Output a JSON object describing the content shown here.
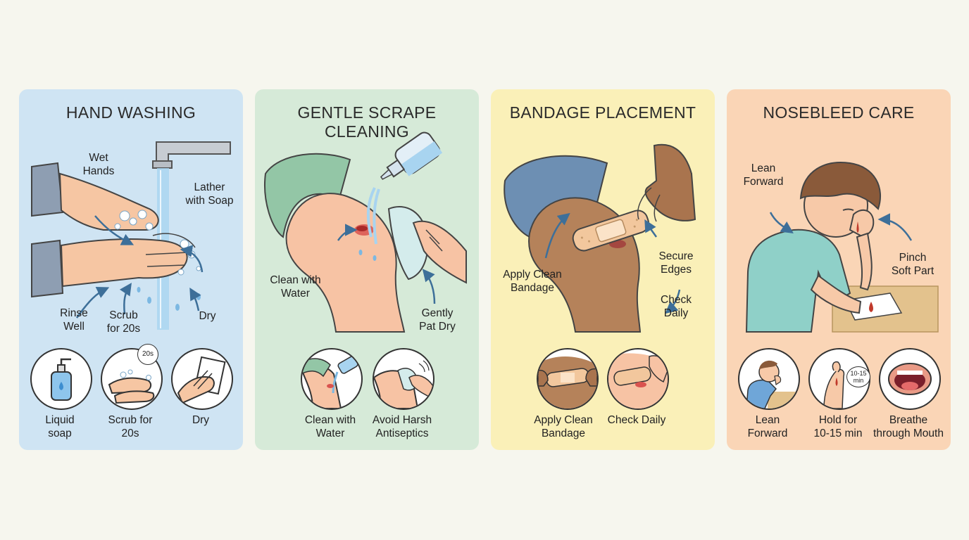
{
  "colors": {
    "background": "#f6f6ee",
    "card_hand": "#cfe4f3",
    "card_scrape": "#d6ead8",
    "card_bandage": "#faf0b8",
    "card_nose": "#fad5b6",
    "arrow": "#3d6f99",
    "outline": "#333333"
  },
  "cards": [
    {
      "title": "HAND WASHING",
      "labels": [
        "Wet\nHands",
        "Lather\nwith Soap",
        "Rinse\nWell",
        "Scrub\nfor 20s",
        "Dry"
      ],
      "icons": [
        {
          "icon": "liquid-soap-icon",
          "label": "Liquid\nsoap"
        },
        {
          "icon": "scrub-hands-icon",
          "label": "Scrub for\n20s",
          "timer": "20s"
        },
        {
          "icon": "dry-hands-icon",
          "label": "Dry"
        }
      ]
    },
    {
      "title": "GENTLE SCRAPE CLEANING",
      "labels": [
        "Clean with\nWater",
        "Gently\nPat Dry"
      ],
      "icons": [
        {
          "icon": "rinse-knee-icon",
          "label": "Clean with\nWater"
        },
        {
          "icon": "wipe-knee-icon",
          "label": "Avoid Harsh\nAntiseptics"
        }
      ]
    },
    {
      "title": "BANDAGE PLACEMENT",
      "labels": [
        "Apply Clean\nBandage",
        "Secure\nEdges",
        "Check\nDaily"
      ],
      "icons": [
        {
          "icon": "apply-bandage-icon",
          "label": "Apply Clean\nBandage"
        },
        {
          "icon": "check-bandage-icon",
          "label": "Check Daily"
        }
      ]
    },
    {
      "title": "NOSEBLEED CARE",
      "labels": [
        "Lean\nForward",
        "Pinch\nSoft Part"
      ],
      "icons": [
        {
          "icon": "lean-forward-icon",
          "label": "Lean\nForward"
        },
        {
          "icon": "hold-timer-icon",
          "label": "Hold for\n10-15 min",
          "timer": "10-15\nmin"
        },
        {
          "icon": "breathe-mouth-icon",
          "label": "Breathe\nthrough Mouth"
        }
      ]
    }
  ]
}
